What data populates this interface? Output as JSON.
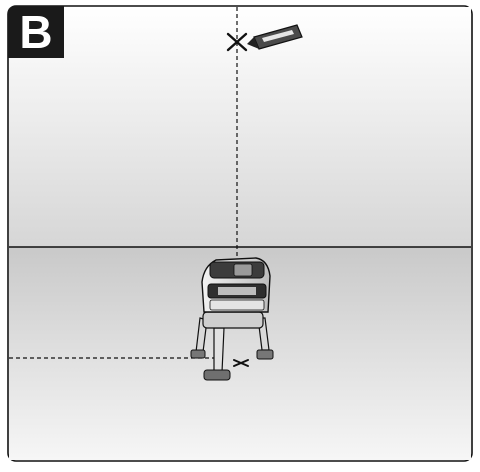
{
  "panel": {
    "label": "B",
    "label_color": "#ffffff",
    "label_background": "#1a1a1a"
  },
  "colors": {
    "line": "#111111",
    "wall_top": "#ffffff",
    "wall_bottom": "#d6d6d6",
    "floor_top": "#c9c9c9",
    "floor_bottom": "#f6f6f6"
  },
  "illustration": {
    "subjects": [
      "cross-line-laser-level",
      "tripod",
      "marker-pen",
      "plumb-laser-beam",
      "cross-marks"
    ]
  }
}
